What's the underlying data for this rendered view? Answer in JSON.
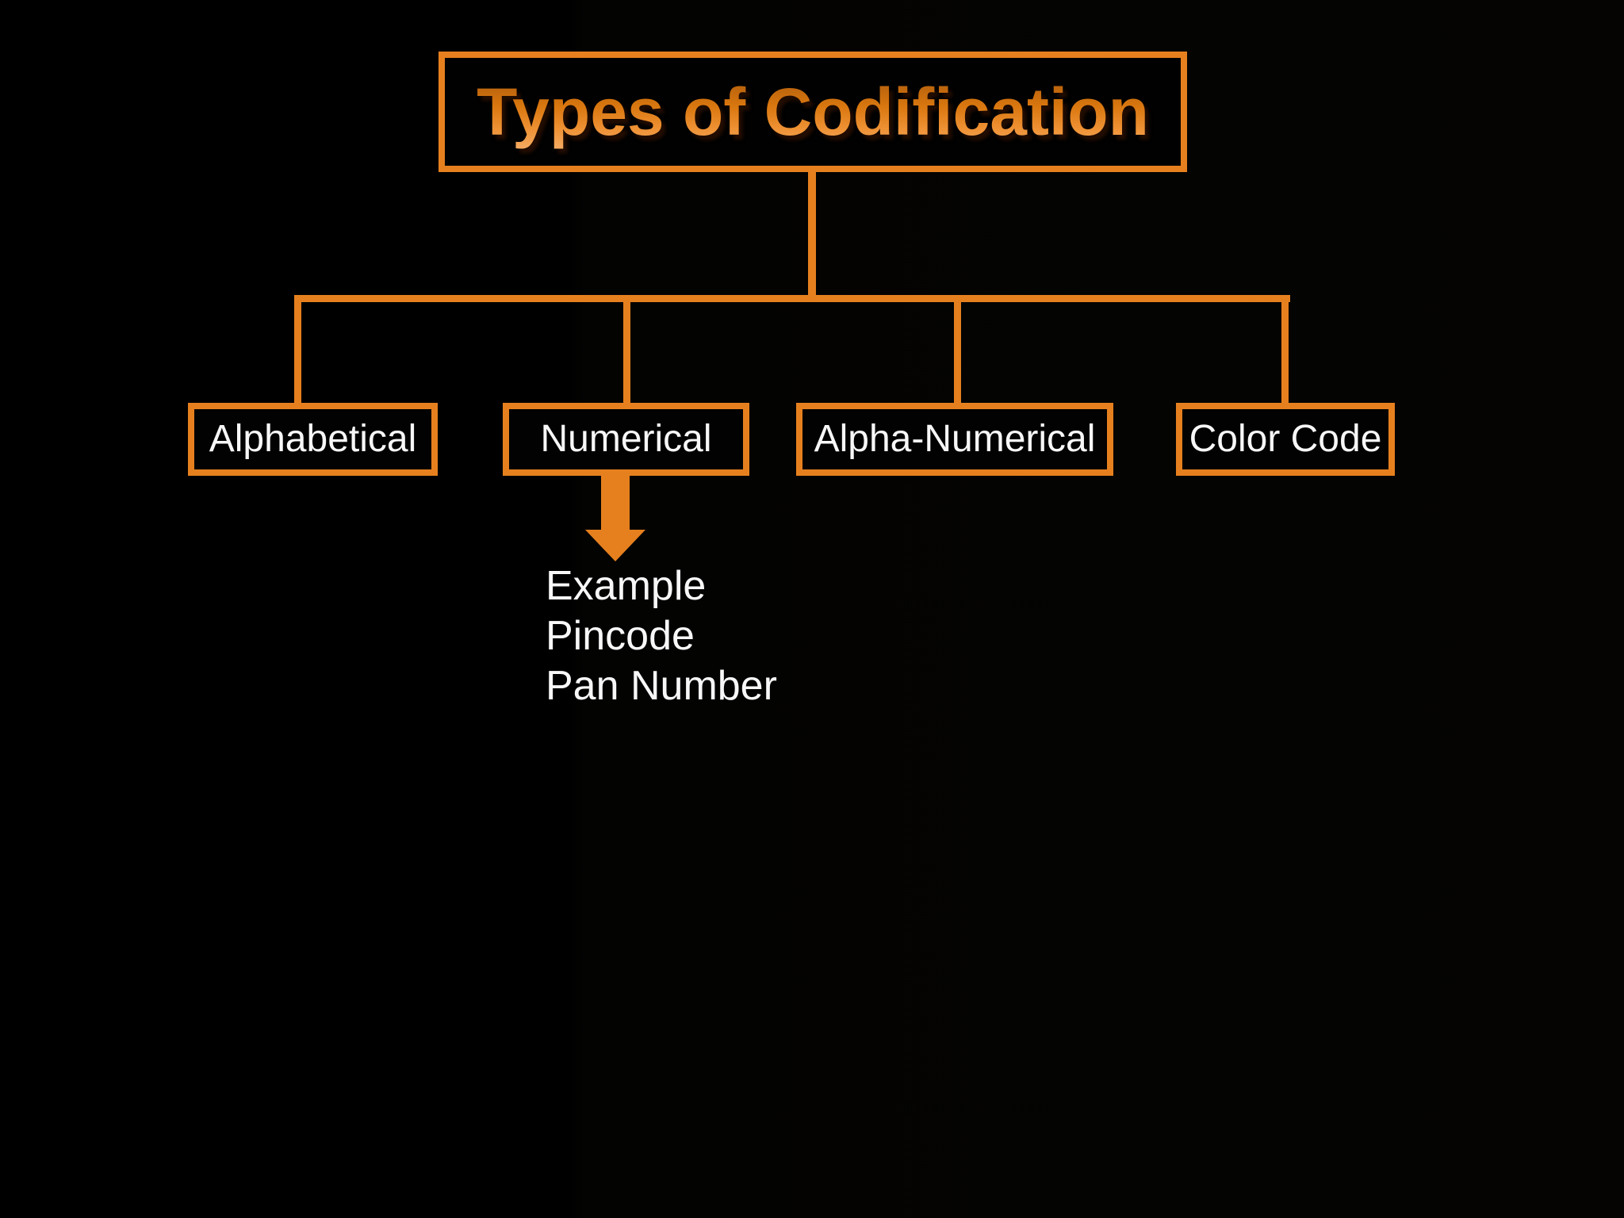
{
  "slide": {
    "title": "Types of Codification",
    "nodes": [
      {
        "label": "Alphabetical"
      },
      {
        "label": "Numerical"
      },
      {
        "label": "Alpha-Numerical"
      },
      {
        "label": "Color Code"
      }
    ],
    "example": {
      "lines": [
        "Example",
        "Pincode",
        "Pan Number"
      ]
    },
    "colors": {
      "accent": "#E6801E",
      "background": "#000000",
      "node_text": "#F7F7F7",
      "title_gradient_top": "#A8580C",
      "title_gradient_bottom": "#F6AE66"
    },
    "icons": {
      "down_arrow": "block-arrow-down"
    }
  }
}
